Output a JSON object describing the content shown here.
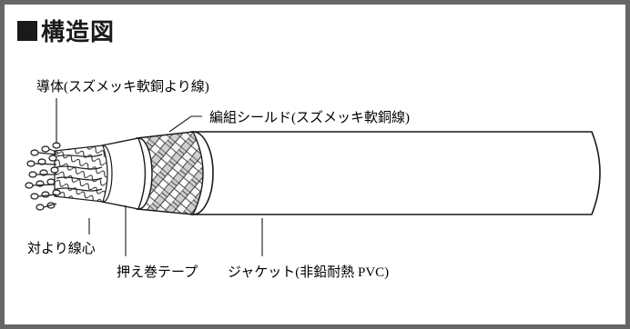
{
  "title": "構造図",
  "labels": {
    "conductor": "導体(スズメッキ軟銅より線)",
    "shield": "編組シールド(スズメッキ軟銅線)",
    "core": "対より線心",
    "tape": "押え巻テープ",
    "jacket": "ジャケット(非鉛耐熱 PVC)"
  },
  "colors": {
    "border": "#666666",
    "ink": "#1a1a1a",
    "background": "#ffffff"
  }
}
